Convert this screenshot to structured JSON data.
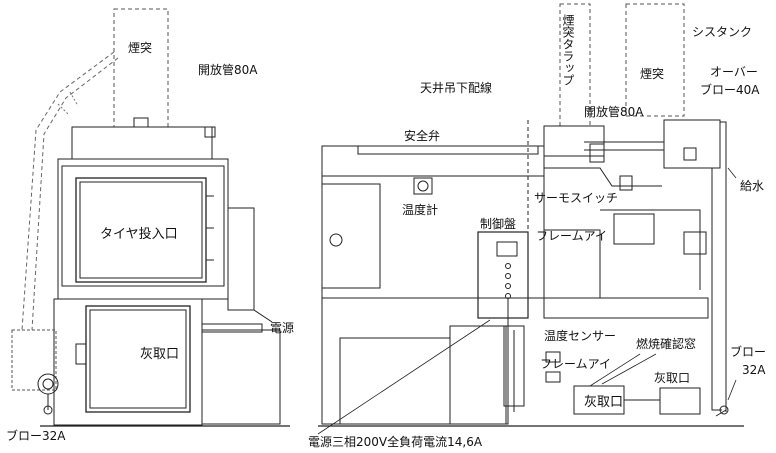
{
  "left_view": {
    "chimney_label": "煙突",
    "open_pipe_label": "開放管80A",
    "tire_inlet_label": "タイヤ投入口",
    "power_label": "電源",
    "ash_outlet_label": "灰取口",
    "blow_label": "ブロー32A"
  },
  "right_view": {
    "ceiling_wiring_label": "天井吊下配線",
    "chimney_trap_label": "煙突タラップ",
    "open_pipe_label": "開放管80A",
    "chimney_label": "煙突",
    "cistern_tank_label": "シスタンク",
    "overflow_label_line1": "オーバー",
    "overflow_label_line2": "ブロー40A",
    "safety_valve_label": "安全弁",
    "thermometer_label": "温度計",
    "thermo_switch_label": "サーモスイッチ",
    "water_supply_label": "給水",
    "control_panel_label": "制御盤",
    "flame_eye_label": "フレームアイ",
    "temp_sensor_label": "温度センサー",
    "flame_eye_label_2": "フレームアイ",
    "combustion_window_label": "燃焼確認窓",
    "ash_outlet_label": "灰取口",
    "ash_outlet_label_2": "灰取口",
    "blow_label_line1": "ブロー",
    "blow_label_line2": "32A",
    "power_spec_label": "電源三相200V全負荷電流14,6A"
  }
}
